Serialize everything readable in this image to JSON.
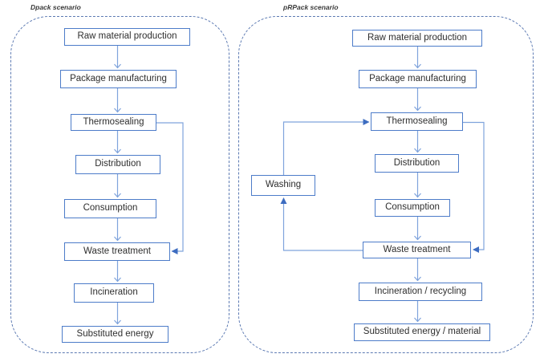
{
  "diagram_title": "Packaging life cycle scenarios flow diagram",
  "colors": {
    "box_border": "#4d7cc9",
    "arrow_line": "#7fa3dc",
    "arrowhead_solid": "#3d6cc0",
    "container_dashed_border": "#5b79b2",
    "box_text": "#2e2e2e",
    "label_text": "#3a3a3a",
    "background": "#ffffff"
  },
  "left_panel": {
    "label": "Dpack scenario",
    "boxes": [
      {
        "label": "Raw material production"
      },
      {
        "label": "Package manufacturing"
      },
      {
        "label": "Thermosealing"
      },
      {
        "label": "Distribution"
      },
      {
        "label": "Consumption"
      },
      {
        "label": "Waste treatment"
      },
      {
        "label": "Incineration"
      },
      {
        "label": "Substituted energy"
      }
    ],
    "edges": [
      {
        "from": "Raw material production",
        "to": "Package manufacturing"
      },
      {
        "from": "Package manufacturing",
        "to": "Thermosealing"
      },
      {
        "from": "Thermosealing",
        "to": "Distribution"
      },
      {
        "from": "Distribution",
        "to": "Consumption"
      },
      {
        "from": "Consumption",
        "to": "Waste treatment"
      },
      {
        "from": "Waste treatment",
        "to": "Incineration"
      },
      {
        "from": "Incineration",
        "to": "Substituted energy"
      },
      {
        "from": "Thermosealing",
        "to": "Waste treatment",
        "type": "side-loop-right"
      }
    ]
  },
  "right_panel": {
    "label": "pRPack scenario",
    "boxes": [
      {
        "label": "Raw material production"
      },
      {
        "label": "Package manufacturing"
      },
      {
        "label": "Thermosealing"
      },
      {
        "label": "Distribution"
      },
      {
        "label": "Consumption"
      },
      {
        "label": "Waste treatment"
      },
      {
        "label": "Incineration / recycling"
      },
      {
        "label": "Substituted energy / material"
      },
      {
        "label": "Washing"
      }
    ],
    "edges": [
      {
        "from": "Raw material production",
        "to": "Package manufacturing"
      },
      {
        "from": "Package manufacturing",
        "to": "Thermosealing"
      },
      {
        "from": "Thermosealing",
        "to": "Distribution"
      },
      {
        "from": "Distribution",
        "to": "Consumption"
      },
      {
        "from": "Consumption",
        "to": "Waste treatment"
      },
      {
        "from": "Waste treatment",
        "to": "Incineration / recycling"
      },
      {
        "from": "Incineration / recycling",
        "to": "Substituted energy / material"
      },
      {
        "from": "Waste treatment",
        "to": "Washing",
        "type": "reuse-loop-left"
      },
      {
        "from": "Washing",
        "to": "Thermosealing",
        "type": "reuse-loop-left"
      },
      {
        "from": "Thermosealing",
        "to": "Waste treatment",
        "type": "side-loop-right"
      }
    ]
  }
}
